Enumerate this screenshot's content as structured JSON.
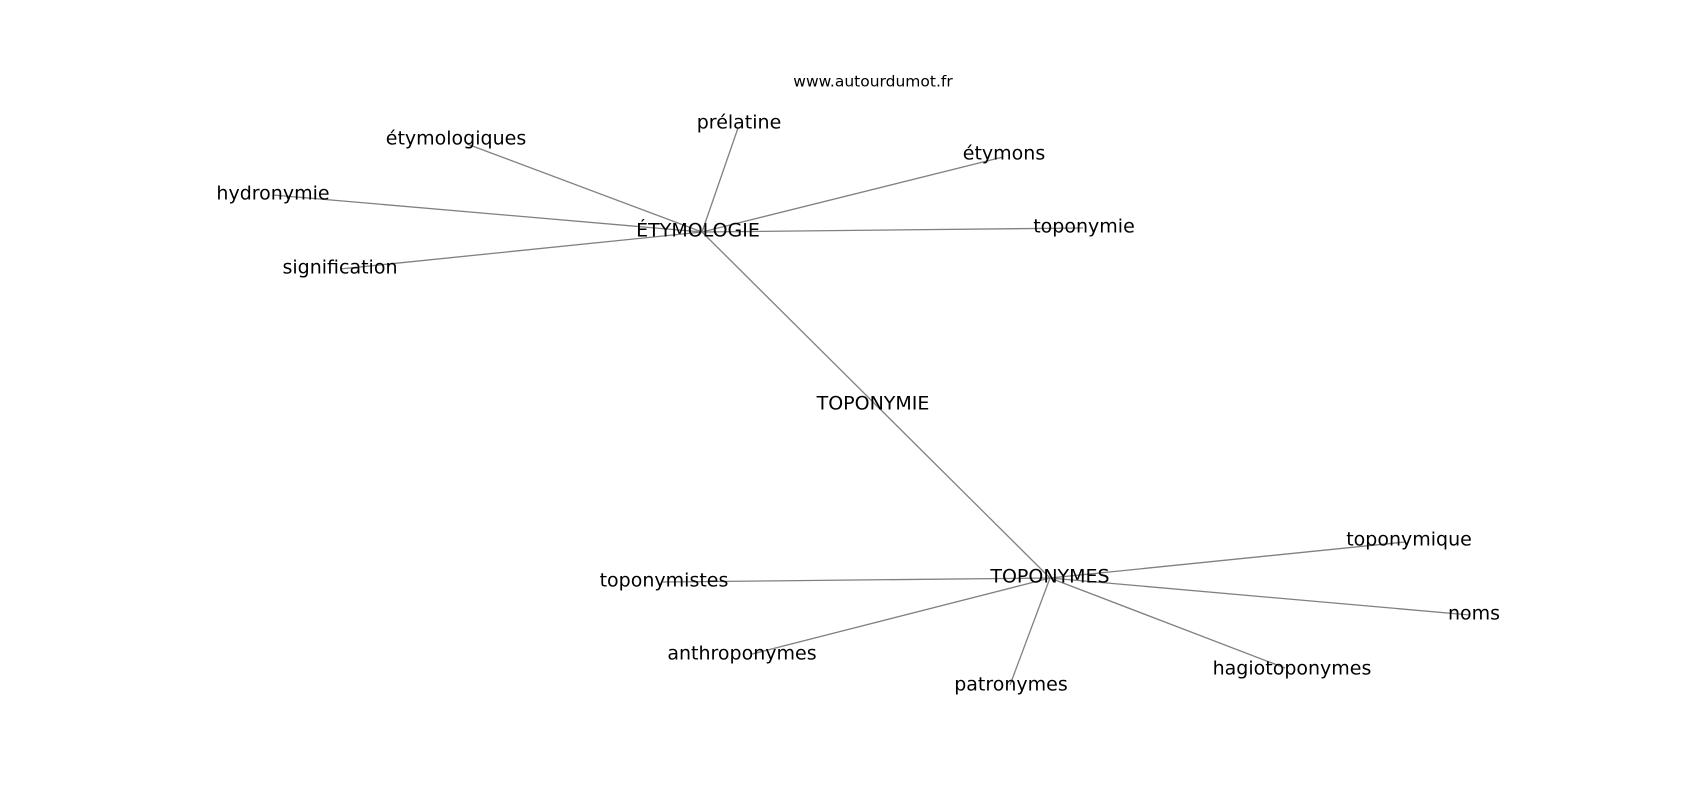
{
  "source": "www.autourdumot.fr",
  "nodes": {
    "toponymie_center": "TOPONYMIE",
    "etymologie": "ÉTYMOLOGIE",
    "toponymes": "TOPONYMES",
    "etymologiques": "étymologiques",
    "prelatine": "prélatine",
    "etymons": "étymons",
    "hydronymie": "hydronymie",
    "signification": "signification",
    "toponymie": "toponymie",
    "toponymique": "toponymique",
    "toponymistes": "toponymistes",
    "noms": "noms",
    "anthroponymes": "anthroponymes",
    "patronymes": "patronymes",
    "hagiotoponymes": "hagiotoponymes"
  },
  "edges": [
    [
      "etymologie",
      "toponymes"
    ],
    [
      "etymologie",
      "etymologiques"
    ],
    [
      "etymologie",
      "prelatine"
    ],
    [
      "etymologie",
      "etymons"
    ],
    [
      "etymologie",
      "hydronymie"
    ],
    [
      "etymologie",
      "signification"
    ],
    [
      "etymologie",
      "toponymie"
    ],
    [
      "toponymes",
      "toponymique"
    ],
    [
      "toponymes",
      "toponymistes"
    ],
    [
      "toponymes",
      "noms"
    ],
    [
      "toponymes",
      "anthroponymes"
    ],
    [
      "toponymes",
      "patronymes"
    ],
    [
      "toponymes",
      "hagiotoponymes"
    ]
  ]
}
